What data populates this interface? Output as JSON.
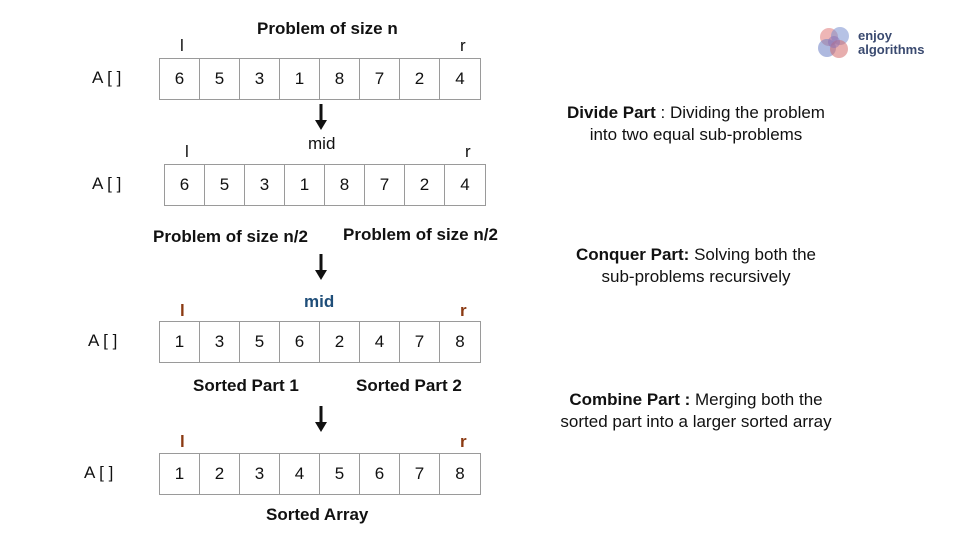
{
  "logo": {
    "line1": "enjoy",
    "line2": "algorithms"
  },
  "step1": {
    "title": "Problem of size n",
    "left": "l",
    "right": "r",
    "array_label": "A [ ]",
    "values": [
      "6",
      "5",
      "3",
      "1",
      "8",
      "7",
      "2",
      "4"
    ]
  },
  "step2": {
    "left": "l",
    "mid": "mid",
    "right": "r",
    "array_label": "A [ ]",
    "values": [
      "6",
      "5",
      "3",
      "1",
      "8",
      "7",
      "2",
      "4"
    ],
    "sub1": "Problem of size n/2",
    "sub2": "Problem of size n/2"
  },
  "step3": {
    "left": "l",
    "mid": "mid",
    "right": "r",
    "array_label": "A [ ]",
    "values": [
      "1",
      "3",
      "5",
      "6",
      "2",
      "4",
      "7",
      "8"
    ],
    "part1": "Sorted Part 1",
    "part2": "Sorted Part 2"
  },
  "step4": {
    "left": "l",
    "right": "r",
    "array_label": "A [ ]",
    "values": [
      "1",
      "2",
      "3",
      "4",
      "5",
      "6",
      "7",
      "8"
    ],
    "caption": "Sorted Array"
  },
  "explanations": {
    "divide": {
      "heading": "Divide Part",
      "text1": " : Dividing the problem",
      "text2": "into two equal sub-problems"
    },
    "conquer": {
      "heading": "Conquer Part:",
      "text1": " Solving both the",
      "text2": "sub-problems recursively"
    },
    "combine": {
      "heading": "Combine Part :",
      "text1": " Merging both the",
      "text2": "sorted part into a larger sorted array"
    }
  },
  "colors": {
    "pointer_lr": "#8b3a12",
    "pointer_mid": "#1f4e79",
    "border": "#9a9a9a"
  },
  "icons": [
    "down-arrow-icon"
  ]
}
